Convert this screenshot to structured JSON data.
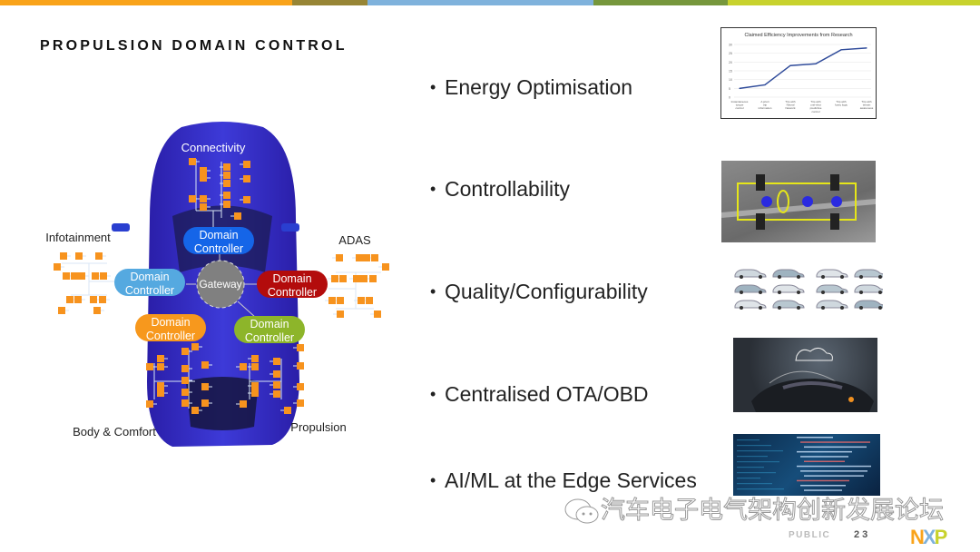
{
  "top_bar_colors": [
    "#f9a31a",
    "#978535",
    "#7fb2dc",
    "#76973c",
    "#c8d22d"
  ],
  "title": "PROPULSION DOMAIN CONTROL",
  "diagram": {
    "domains": {
      "connectivity": "Connectivity",
      "infotainment": "Infotainment",
      "adas": "ADAS",
      "body": "Body & Comfort",
      "propulsion": "Propulsion"
    },
    "gateway": "Gateway",
    "controller_line1": "Domain",
    "controller_line2": "Controller",
    "controller_colors": {
      "connectivity": "#1565e8",
      "infotainment": "#55a9e0",
      "adas": "#b30c0c",
      "body": "#f7981d",
      "propulsion": "#8db52a"
    },
    "node_color": "#f7931e"
  },
  "bullets": [
    "Energy Optimisation",
    "Controllability",
    "Quality/Configurability",
    "Centralised OTA/OBD",
    "AI/ML at the Edge Services"
  ],
  "chart_data": {
    "type": "line",
    "title": "Claimed Efficiency Improvements from Research",
    "categories": [
      "Instantaneous torque control",
      "A priori trip information",
      "Trip with Neural Network",
      "Trip with one-shot predictive control",
      "Trip with fuzzy logic",
      "Trip with terrain awareness"
    ],
    "values": [
      5,
      7,
      18,
      19,
      27,
      28
    ],
    "ylim": [
      0,
      30
    ],
    "yticks": [
      "0",
      "5",
      "10",
      "15",
      "20",
      "25",
      "30"
    ],
    "grid": true,
    "color": "#2f4b9a"
  },
  "watermark": "汽车电子电气架构创新发展论坛",
  "footer": {
    "classification": "PUBLIC",
    "page": "23",
    "logo": "NXP"
  }
}
